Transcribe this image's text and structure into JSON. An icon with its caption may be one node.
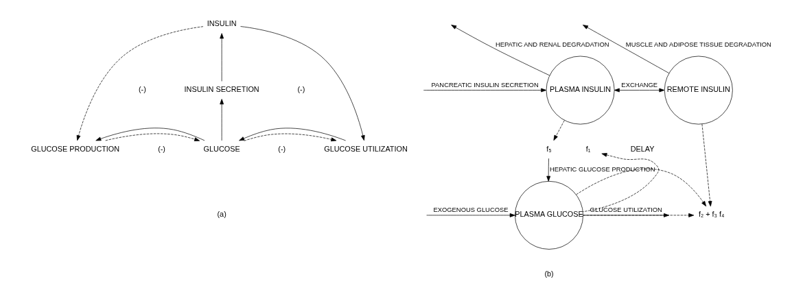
{
  "diagram": {
    "nodes": [
      {
        "text": [
          "INSULIN"
        ]
      },
      {
        "text": [
          "INSULIN SECRETION"
        ]
      },
      {
        "text": [
          "GLUCOSE PRODUCTION"
        ]
      },
      {
        "text": [
          "GLUCOSE"
        ]
      },
      {
        "text": [
          "GLUCOSE UTILIZATION"
        ]
      },
      {
        "text": [
          "PLASMA INSULIN"
        ]
      },
      {
        "text": [
          "REMOTE INSULIN"
        ]
      },
      {
        "text": [
          "PLASMA GLUCOSE"
        ]
      },
      {
        "text": [
          "f₁"
        ]
      },
      {
        "text": [
          "f₅"
        ]
      },
      {
        "text": [
          "f₂ + f₃ f₄"
        ]
      }
    ],
    "edges": [
      {
        "from": 3,
        "to": 1,
        "arrow": "to"
      },
      {
        "from": 1,
        "to": 0,
        "arrow": "to"
      },
      {
        "from": 0,
        "to": 2,
        "arrow": "to",
        "style": "dashed"
      },
      {
        "from": 0,
        "to": 4,
        "arrow": "to"
      },
      {
        "from": 2,
        "to": 3,
        "arrow": "to",
        "style": "dashed"
      },
      {
        "from": 3,
        "to": 2,
        "arrow": "to"
      },
      {
        "from": 3,
        "to": 4,
        "arrow": "to",
        "style": "dashed"
      },
      {
        "from": 4,
        "to": 3,
        "arrow": "to"
      },
      {
        "from": null,
        "to": 5,
        "arrow": "to",
        "label": "PANCREATIC INSULIN SECRETION"
      },
      {
        "from": 5,
        "to": null,
        "arrow": "to",
        "label": "HEPATIC AND RENAL DEGRADATION"
      },
      {
        "from": 5,
        "to": 6,
        "arrow": "both",
        "label": "EXCHANGE"
      },
      {
        "from": 6,
        "to": null,
        "arrow": "to",
        "label": "MUSCLE AND ADIPOSE TISSUE DEGRADATION"
      },
      {
        "from": 5,
        "to": 9,
        "arrow": "to",
        "style": "dashed"
      },
      {
        "from": 9,
        "to": 7,
        "arrow": "to",
        "label": "HEPATIC GLUCOSE PRODUCTION"
      },
      {
        "from": 7,
        "to": 8,
        "arrow": "to",
        "style": "dashed"
      },
      {
        "from": null,
        "to": 7,
        "arrow": "to",
        "label": "EXOGENOUS GLUCOSE"
      },
      {
        "from": 7,
        "to": null,
        "arrow": "to",
        "label": "GLUCOSE UTILIZATION"
      },
      {
        "from": 7,
        "to": 10,
        "arrow": "to",
        "style": "dashed"
      },
      {
        "from": 7,
        "to": 10,
        "arrow": "to",
        "style": "dashed"
      },
      {
        "from": 6,
        "to": 10,
        "arrow": "to",
        "style": "dashed"
      }
    ],
    "labels": [
      "(-)",
      "(-)",
      "(-)",
      "(-)",
      "DELAY",
      "(a)",
      "(b)"
    ]
  }
}
